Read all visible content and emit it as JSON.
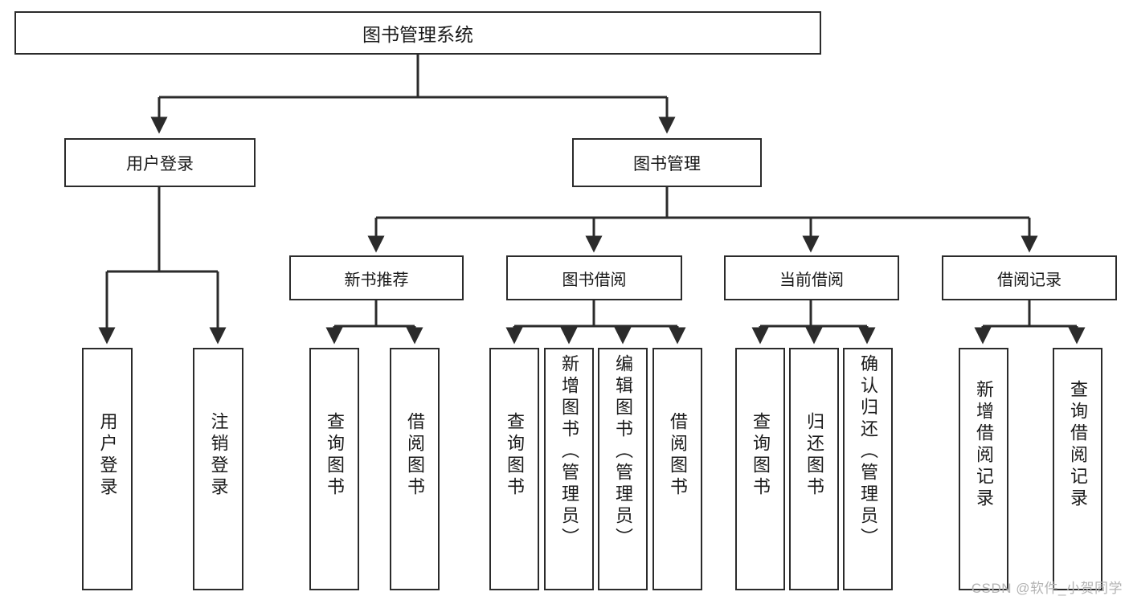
{
  "diagram": {
    "title": "图书管理系统",
    "type": "tree",
    "orientation": "top-down",
    "colors": {
      "node_border": "#2b2b2b",
      "node_fill": "#ffffff",
      "edge": "#2b2b2b",
      "text": "#1a1a1a",
      "watermark": "#b3b3b3",
      "background": "#ffffff"
    }
  },
  "watermark": {
    "text": "CSDN @软件_小贺同学"
  },
  "nodes": {
    "root": {
      "label": "图书管理系统"
    },
    "level1": [
      {
        "id": "user-login",
        "label": "用户登录"
      },
      {
        "id": "book-manage",
        "label": "图书管理"
      }
    ],
    "level2": [
      {
        "id": "new-book-recommend",
        "label": "新书推荐"
      },
      {
        "id": "book-borrow",
        "label": "图书借阅"
      },
      {
        "id": "current-borrow",
        "label": "当前借阅"
      },
      {
        "id": "borrow-record",
        "label": "借阅记录"
      }
    ],
    "leaves": {
      "user_login": [
        {
          "id": "leaf-user-login",
          "label": "用户登录"
        },
        {
          "id": "leaf-logout-login",
          "label": "注销登录"
        }
      ],
      "new_book_recommend": [
        {
          "id": "leaf-query-book-1",
          "label": "查询图书"
        },
        {
          "id": "leaf-borrow-book-1",
          "label": "借阅图书"
        }
      ],
      "book_borrow": [
        {
          "id": "leaf-query-book-2",
          "label": "查询图书"
        },
        {
          "id": "leaf-add-book",
          "label": "新增图书（管理员）"
        },
        {
          "id": "leaf-edit-book",
          "label": "编辑图书（管理员）"
        },
        {
          "id": "leaf-borrow-book-2",
          "label": "借阅图书"
        }
      ],
      "current_borrow": [
        {
          "id": "leaf-query-book-3",
          "label": "查询图书"
        },
        {
          "id": "leaf-return-book",
          "label": "归还图书"
        },
        {
          "id": "leaf-confirm-return",
          "label": "确认归还（管理员）"
        }
      ],
      "borrow_record": [
        {
          "id": "leaf-add-record",
          "label": "新增借阅记录"
        },
        {
          "id": "leaf-query-record",
          "label": "查询借阅记录"
        }
      ]
    }
  }
}
